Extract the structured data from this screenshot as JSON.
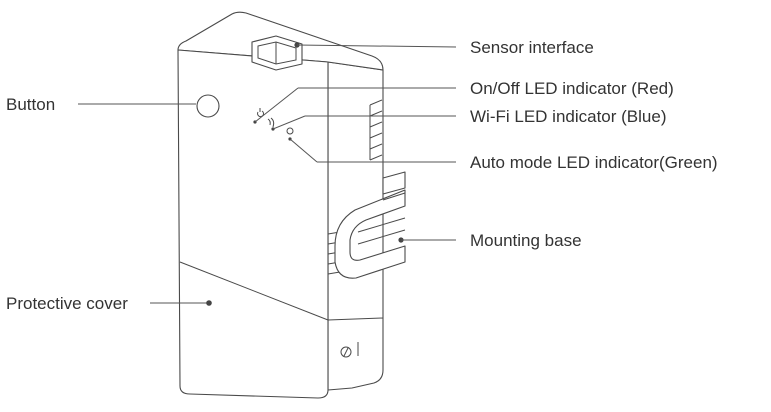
{
  "labels": {
    "sensor_interface": "Sensor interface",
    "onoff_led": "On/Off LED indicator (Red)",
    "wifi_led": "Wi-Fi LED indicator (Blue)",
    "auto_led": "Auto mode LED indicator(Green)",
    "mounting_base": "Mounting base",
    "button": "Button",
    "protective_cover": "Protective cover"
  },
  "colors": {
    "line": "#4a4a4a",
    "text": "#333333"
  }
}
